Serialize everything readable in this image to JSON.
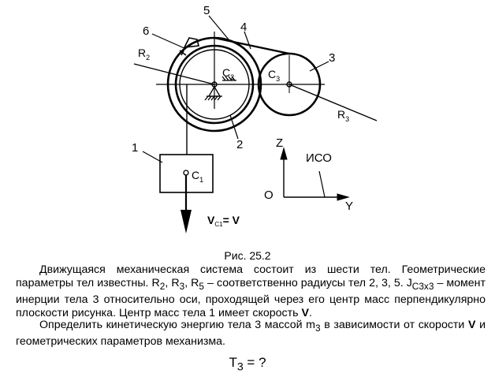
{
  "labels": {
    "n1": "1",
    "n2": "2",
    "n3": "3",
    "n4": "4",
    "n5": "5",
    "n6": "6",
    "R2": "R",
    "R2_sub": "2",
    "R3": "R",
    "R3_sub": "3",
    "C1": "C",
    "C1_sub": "1",
    "C2": "C",
    "C2_sub": "2",
    "C3": "C",
    "C3_sub": "3",
    "Z": "Z",
    "Y": "Y",
    "O": "O",
    "frame": "ИСО",
    "vel": "V",
    "vel_sub": "C1",
    "vel_eq": "= V"
  },
  "caption": "Рис. 25.2",
  "text": {
    "p1_a": "Движущаяся механическая система состоит из шести тел. Геометрические параметры тел известны. R",
    "p1_s2": "2",
    "p1_b": ", R",
    "p1_s3": "3",
    "p1_c": ", R",
    "p1_s5": "5",
    "p1_d": " – соответственно радиусы тел 2, 3, 5. J",
    "p1_jsub": "C3x3",
    "p1_e": " – момент инерции тела 3 относительно оси, проходящей через его центр масс перпендикулярно плоскости рисунка. Центр масс тела 1 имеет скорость ",
    "p1_v": "V",
    "p1_f": ".",
    "p2_a": "Определить кинетическую энергию тела 3 массой m",
    "p2_s3": "3",
    "p2_b": " в зависимости от скорости ",
    "p2_v": "V",
    "p2_c": " и геометрических параметров механизма."
  },
  "answer": {
    "T": "T",
    "sub": "3",
    "rest": " = ?"
  }
}
